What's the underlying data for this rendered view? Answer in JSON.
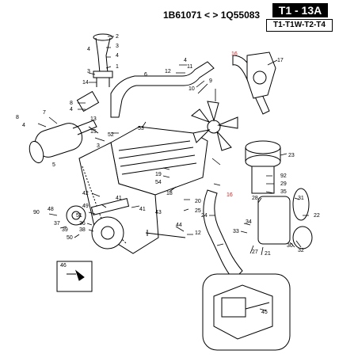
{
  "header": {
    "serial_range": "1B61071 < > 1Q55083",
    "plate_code": "T1 - 13A",
    "models": "T1-T1W-T2-T4"
  },
  "callouts": {
    "c2": "2",
    "c3a": "3",
    "c4a": "4",
    "c1": "1",
    "c4b": "4",
    "c3b": "3",
    "c14": "14",
    "c8": "8",
    "c4c": "4",
    "c6": "6",
    "c4d": "4",
    "c11": "11",
    "c12": "12",
    "c10": "10",
    "c9": "9",
    "c16a": "16",
    "c17": "17",
    "c8b": "8",
    "c4e": "4",
    "c7": "7",
    "c13": "13",
    "c15": "15",
    "c52": "52",
    "c53": "53",
    "c3c": "3",
    "c5": "5",
    "c23": "23",
    "c19": "19",
    "c54": "54",
    "c18": "18",
    "c16b": "16",
    "c92": "92",
    "c29": "29",
    "c35": "35",
    "c28": "28",
    "c31": "31",
    "c42": "42",
    "c41a": "41",
    "c49": "49",
    "c51": "51",
    "c41b": "41",
    "c43": "43",
    "c20": "20",
    "c25": "25",
    "c22": "22",
    "c90": "90",
    "c48": "48",
    "c36": "36",
    "c37": "37",
    "c38": "38",
    "c39": "39",
    "c50": "50",
    "c44": "44",
    "c12b": "12",
    "c34": "34",
    "c33": "33",
    "c24": "24",
    "c27": "27",
    "c21": "21",
    "c32": "32",
    "c30": "30",
    "c46": "46",
    "c45": "45"
  },
  "colors": {
    "callout_red": "#cc2222",
    "line": "#000000"
  }
}
